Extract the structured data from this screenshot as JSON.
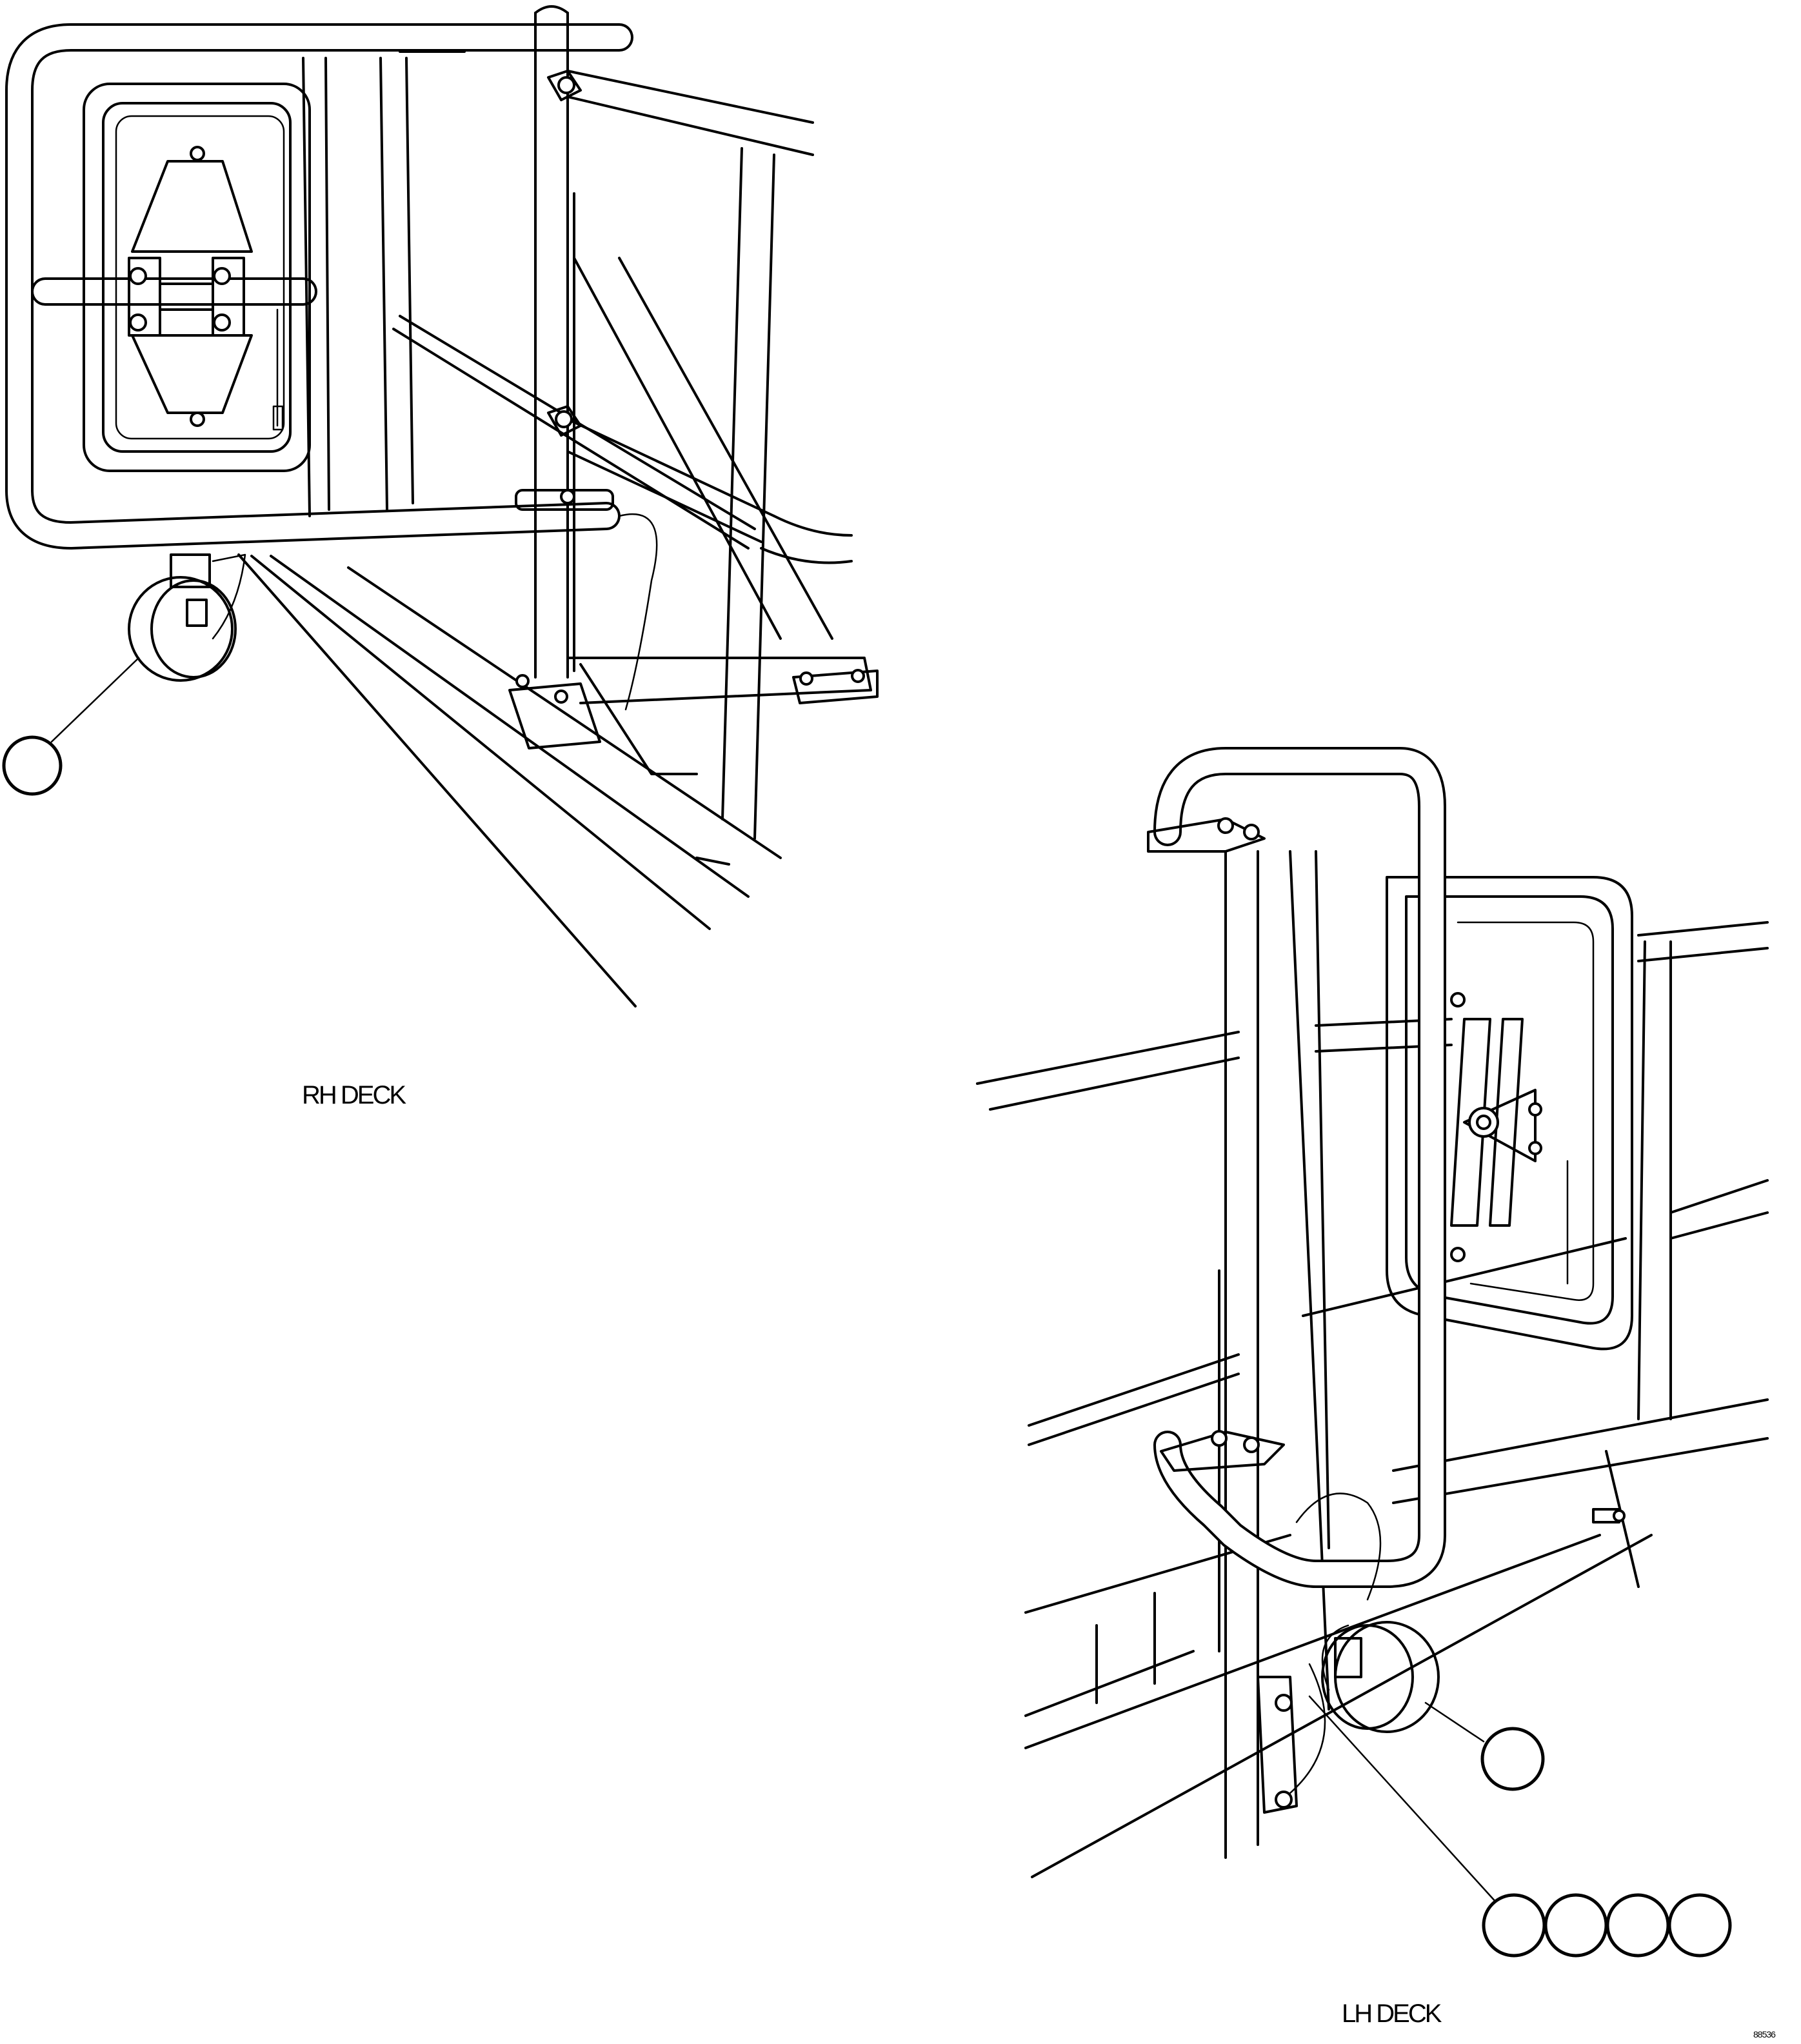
{
  "views": {
    "rh": {
      "caption": "RH DECK"
    },
    "lh": {
      "caption": "LH DECK"
    }
  },
  "figure_id": "88536"
}
